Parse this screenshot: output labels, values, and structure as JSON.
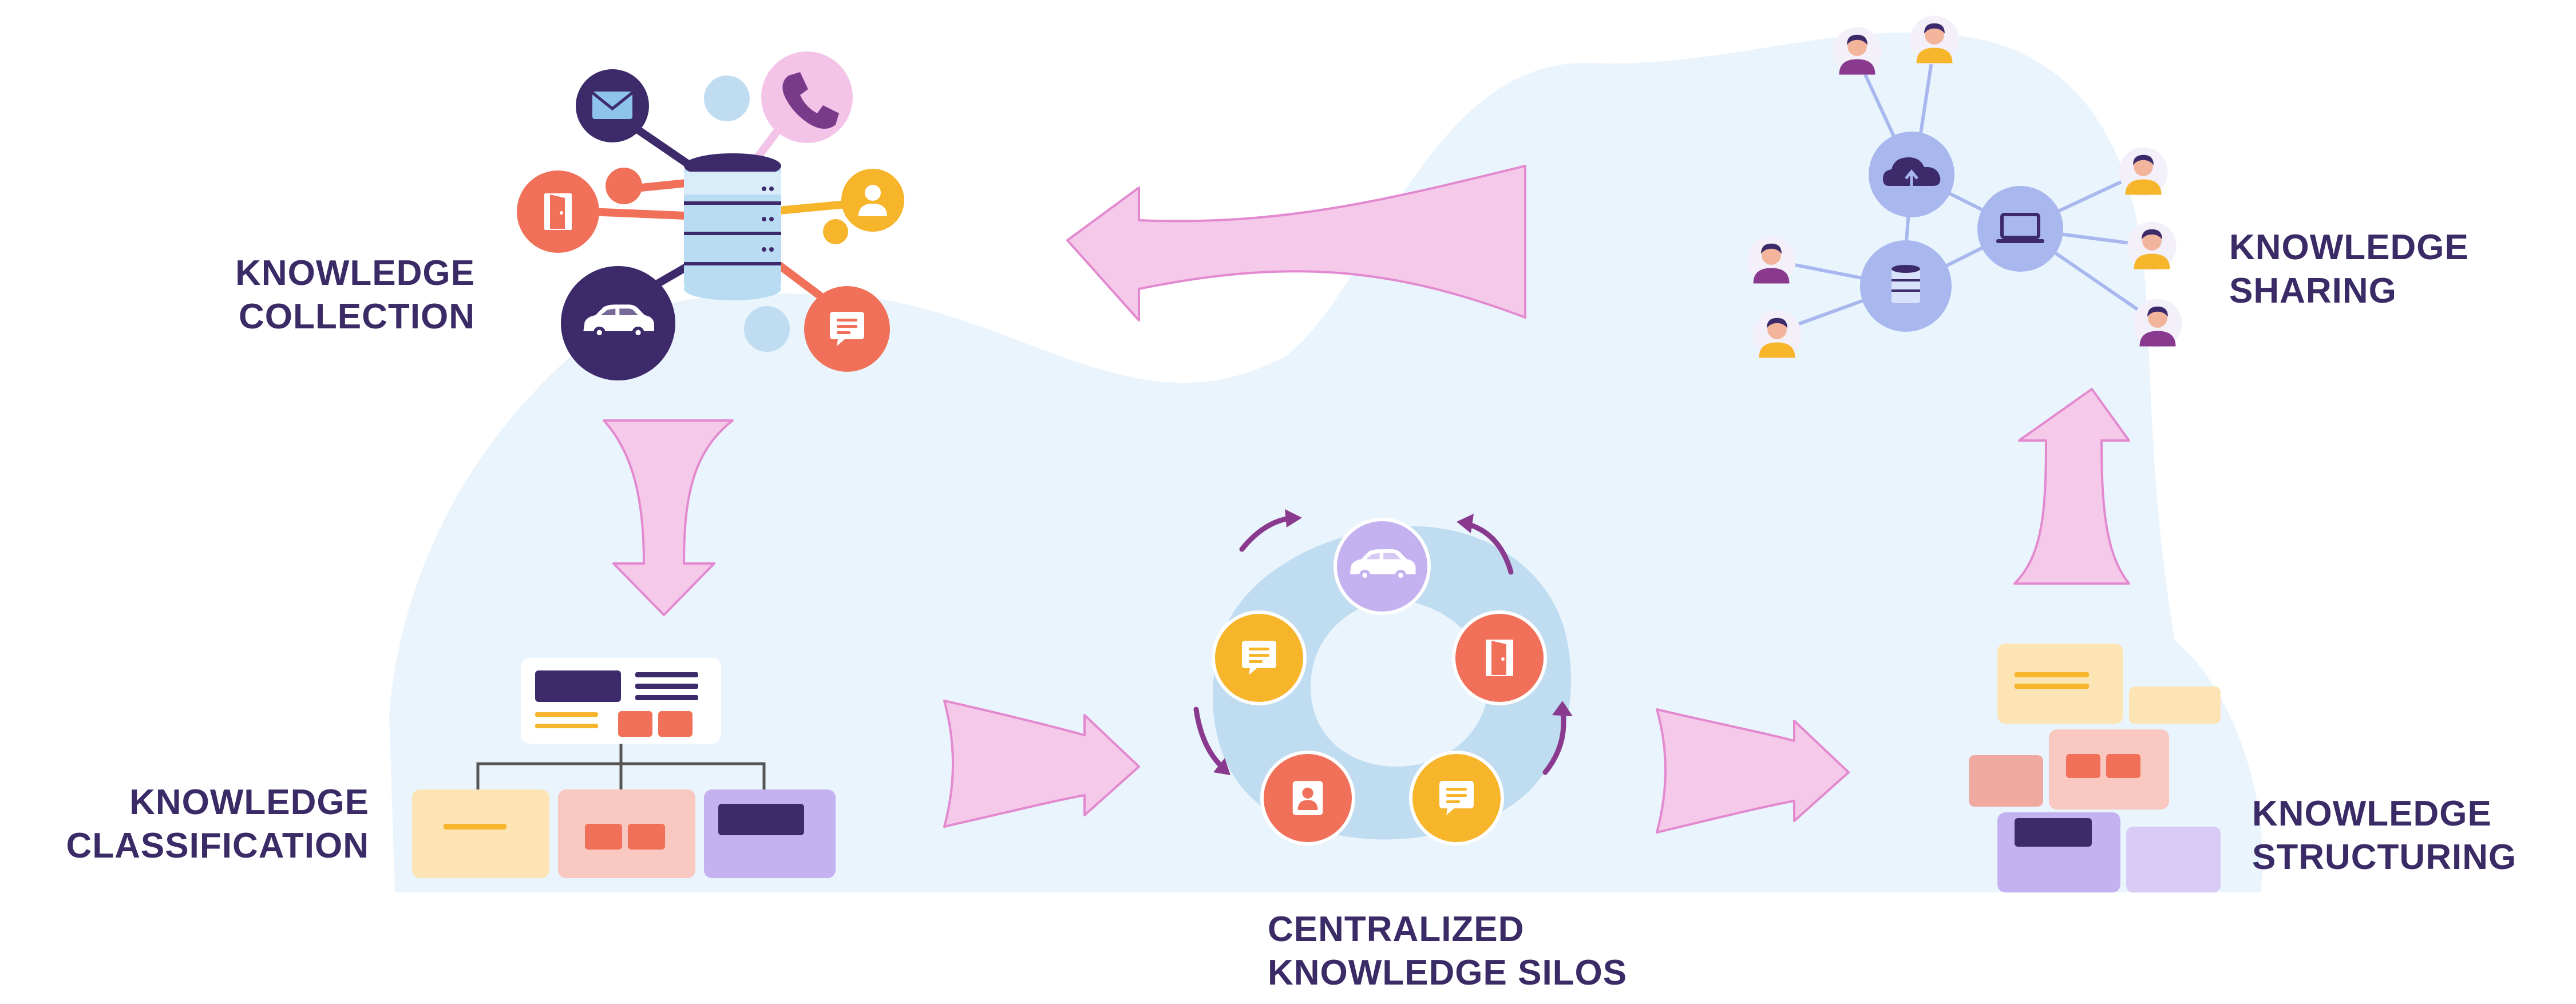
{
  "stages": {
    "collection": {
      "line1": "KNOWLEDGE",
      "line2": "COLLECTION"
    },
    "sharing": {
      "line1": "KNOWLEDGE",
      "line2": "SHARING"
    },
    "classification": {
      "line1": "KNOWLEDGE",
      "line2": "CLASSIFICATION"
    },
    "centralized": {
      "line1": "CENTRALIZED",
      "line2": "KNOWLEDGE SILOS"
    },
    "structuring": {
      "line1": "KNOWLEDGE",
      "line2": "STRUCTURING"
    }
  },
  "colors": {
    "text": "#3a2a66",
    "cloud": "#eaf4fd",
    "arrow_fill": "#f5c9ea",
    "arrow_stroke": "#e389cf",
    "dark_purple": "#3d2a6b",
    "coral": "#f0705a",
    "yellow": "#f7b52c",
    "pink": "#f3c4e8",
    "light_blue": "#bfdcf1",
    "periwinkle": "#a8b8ef",
    "lavender": "#c4b1f0",
    "cream": "#fde4b5",
    "salmon": "#f9c8c0"
  },
  "icons": [
    "database-icon",
    "mail-icon",
    "phone-icon",
    "door-icon",
    "user-icon",
    "car-icon",
    "chat-icon",
    "cloud-icon",
    "laptop-icon",
    "person-icon",
    "hierarchy-icon",
    "card-icon",
    "cycle-arrow-icon"
  ]
}
